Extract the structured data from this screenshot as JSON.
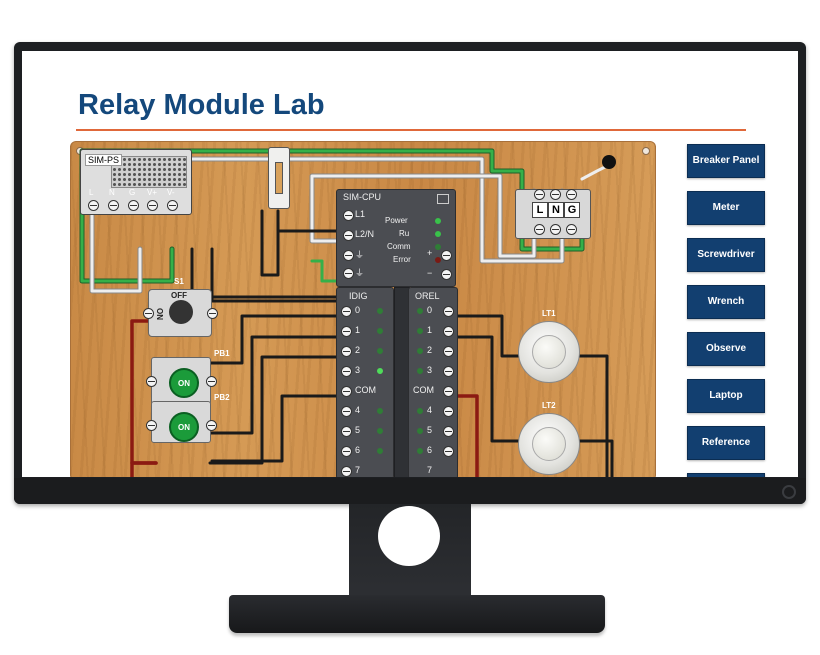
{
  "page": {
    "title": "Relay Module Lab"
  },
  "tools": [
    {
      "label": "Breaker Panel"
    },
    {
      "label": "Meter"
    },
    {
      "label": "Screwdriver"
    },
    {
      "label": "Wrench"
    },
    {
      "label": "Observe"
    },
    {
      "label": "Laptop"
    },
    {
      "label": "Reference"
    }
  ],
  "power_supply": {
    "name": "SIM-PS",
    "terminals": [
      "L",
      "N",
      "G",
      "V+",
      "V-"
    ]
  },
  "cpu": {
    "name": "SIM-CPU",
    "inputs": [
      "L1",
      "L2/N"
    ],
    "status": [
      {
        "label": "Power",
        "color": "#39c24a"
      },
      {
        "label": "Ru",
        "color": "#39c24a"
      },
      {
        "label": "Comm",
        "color": "#2f7d36"
      },
      {
        "label": "Error",
        "color": "#7a1a14"
      }
    ],
    "dc": [
      "+",
      "−"
    ]
  },
  "idig": {
    "name": "IDIG",
    "points": [
      "0",
      "1",
      "2",
      "3",
      "COM",
      "4",
      "5",
      "6",
      "7"
    ]
  },
  "orel": {
    "name": "OREL",
    "points": [
      "0",
      "1",
      "2",
      "3",
      "COM",
      "4",
      "5",
      "6",
      "7"
    ]
  },
  "selector": {
    "name": "S1",
    "off": "OFF",
    "on": "ON"
  },
  "pushbuttons": [
    {
      "name": "PB1",
      "label": "ON"
    },
    {
      "name": "PB2",
      "label": "ON"
    }
  ],
  "lamps": [
    {
      "name": "LT1"
    },
    {
      "name": "LT2"
    }
  ],
  "terminal_block": {
    "letters": [
      "L",
      "N",
      "G"
    ]
  },
  "colors": {
    "title": "#14487c",
    "accent_rule": "#e0683a",
    "button_bg": "#123f70",
    "wire_green": "#2e9e3c",
    "wire_red": "#8b1a12",
    "wire_dark": "#2b2b2b",
    "wire_white": "#e6e6e6"
  }
}
